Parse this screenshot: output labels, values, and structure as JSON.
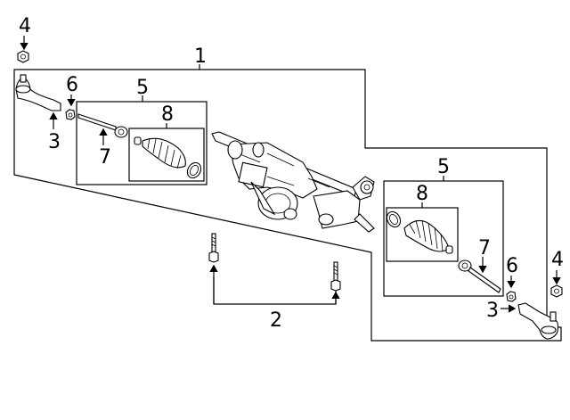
{
  "callouts": {
    "assembly": "1",
    "bolt": "2",
    "tie_rod_end_left": "3",
    "tie_rod_end_right": "3",
    "nut_left": "4",
    "nut_right": "4",
    "kit_left": "5",
    "kit_right": "5",
    "jam_nut_left": "6",
    "jam_nut_right": "6",
    "inner_tie_rod_left": "7",
    "inner_tie_rod_right": "7",
    "boot_left": "8",
    "boot_right": "8"
  }
}
